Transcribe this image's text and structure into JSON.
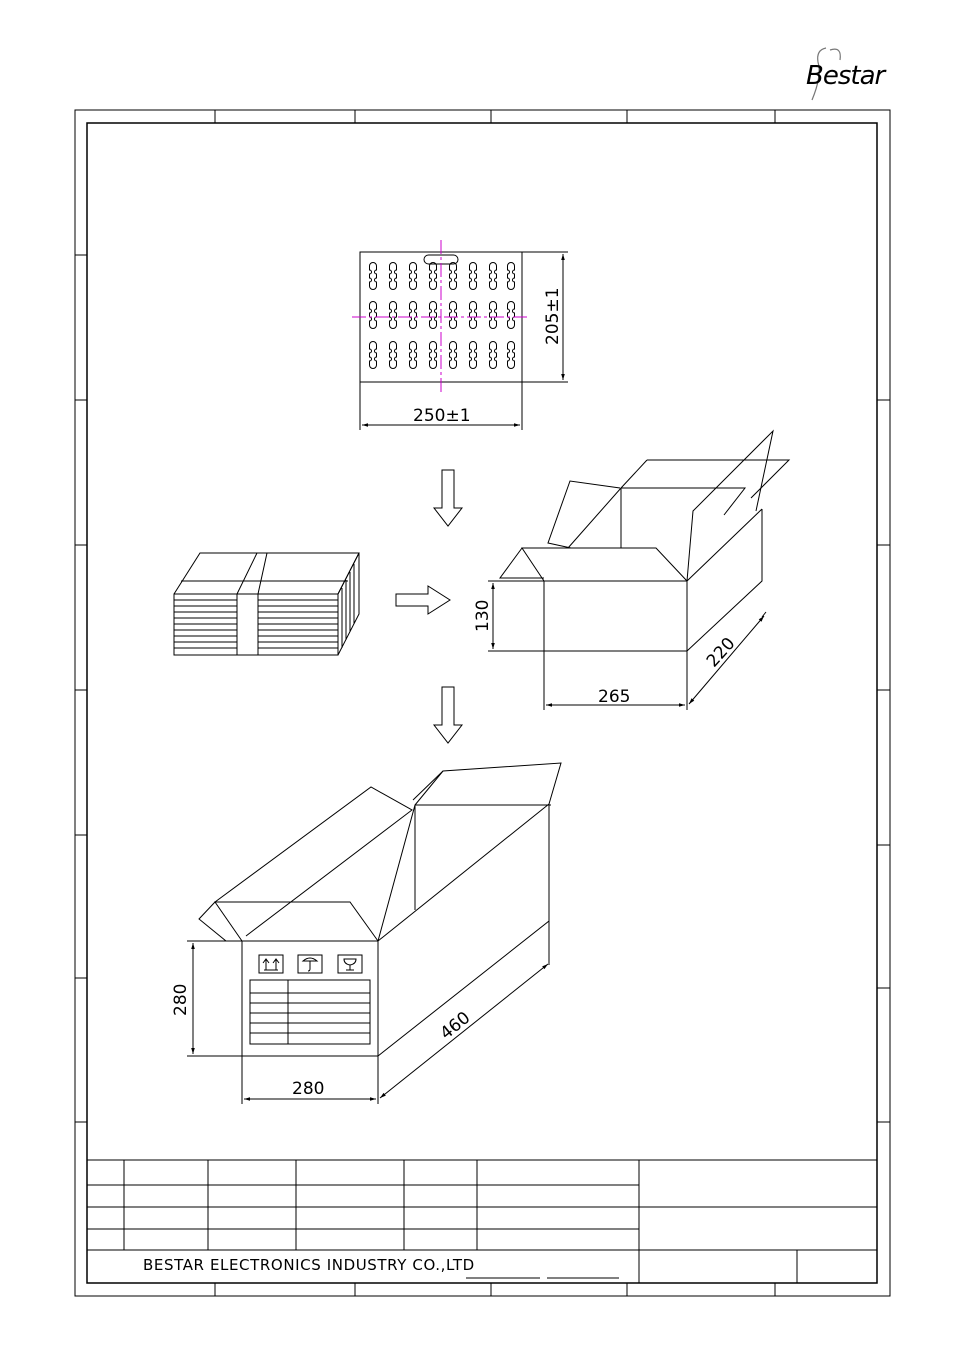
{
  "logo": {
    "text": "Bestar"
  },
  "tray": {
    "height_dim": "205±1",
    "width_dim": "250±1"
  },
  "inner_box": {
    "height_dim": "130",
    "width_dim": "265",
    "depth_dim": "220"
  },
  "outer_box": {
    "height_dim": "280",
    "width_dim": "280",
    "depth_dim": "460"
  },
  "title_block": {
    "company": "BESTAR ELECTRONICS INDUSTRY CO.,LTD"
  },
  "colors": {
    "line": "#000000",
    "centerline": "#cc00cc"
  }
}
